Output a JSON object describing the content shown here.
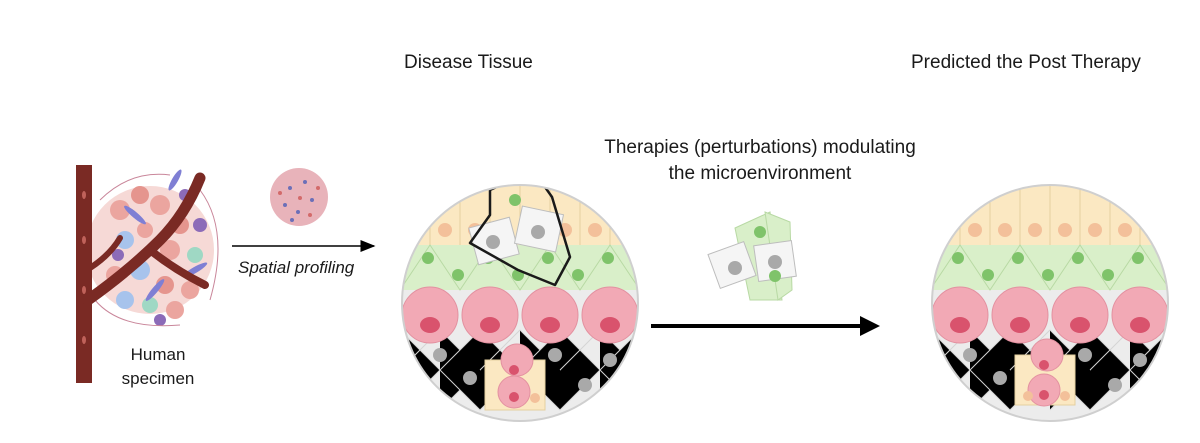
{
  "titles": {
    "disease_tissue": "Disease Tissue",
    "post_therapy": "Predicted the Post Therapy"
  },
  "therapy": {
    "line1": "Therapies (perturbations) modulating",
    "line2": "the microenvironment"
  },
  "spatial_profiling": "Spatial profiling",
  "specimen": {
    "line1": "Human",
    "line2": "specimen"
  },
  "colors": {
    "vessel": "#7a2a24",
    "epithelium_yellow": "#fbe8c2",
    "green_cells": "#d9efc9",
    "green_nucleus": "#7fc36a",
    "pink_cells": "#f2a9b5",
    "pink_nucleus": "#d9536d",
    "stroma_gray": "#ececec",
    "gray_nucleus": "#a9a9a9",
    "arrow": "#000000"
  }
}
